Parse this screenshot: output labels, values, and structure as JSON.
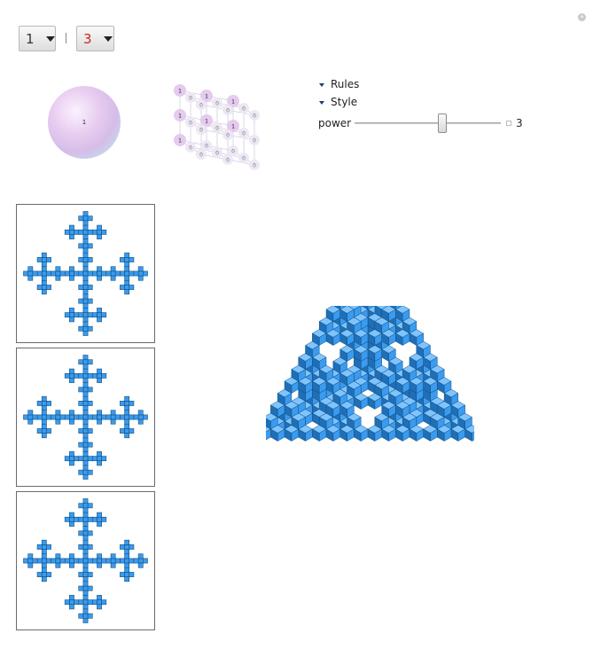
{
  "controls": {
    "dropdown_left": {
      "value": "1"
    },
    "dropdown_right": {
      "value": "3",
      "color": "#d42020"
    },
    "separator": "|"
  },
  "openers": {
    "rules": "Rules",
    "style": "Style"
  },
  "slider": {
    "label": "power",
    "value": "3",
    "fraction": 0.6
  },
  "previews": {
    "sphere_label": "1",
    "cube_labels": [
      "1",
      "1",
      "1",
      "1",
      "1",
      "1",
      "1",
      "0",
      "0",
      "0",
      "0",
      "0",
      "0",
      "0",
      "0",
      "0",
      "0",
      "0",
      "0",
      "0",
      "0",
      "0",
      "0",
      "0",
      "0",
      "0",
      "0"
    ]
  },
  "colors": {
    "fractal_fill": "#3a9bf0",
    "fractal_dark": "#13507e",
    "fractal_light": "#7fc4ff",
    "sphere_tint": "#e7c8ea"
  },
  "icons": [
    "dropdown-caret-icon",
    "chevron-down-icon",
    "plus-icon",
    "corner-info-icon"
  ]
}
